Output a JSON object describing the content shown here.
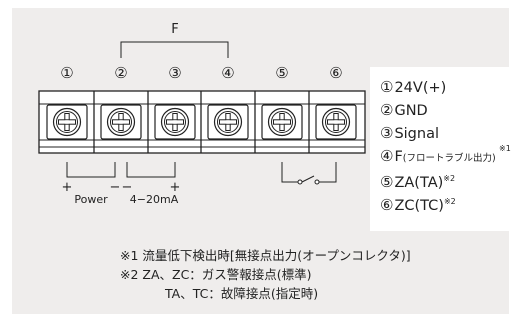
{
  "terminal_numbers": [
    "①",
    "②",
    "③",
    "④",
    "⑤",
    "⑥"
  ],
  "bracket_label": "F",
  "polarity": [
    "+",
    "−",
    "−",
    "+"
  ],
  "power_label": "Power",
  "signal_label": "4−20mA",
  "legend": [
    {
      "num": "①",
      "text": "24V(+)",
      "small": "",
      "sup": ""
    },
    {
      "num": "②",
      "text": "GND",
      "small": "",
      "sup": ""
    },
    {
      "num": "③",
      "text": "Signal",
      "small": "",
      "sup": ""
    },
    {
      "num": "④",
      "text": "F",
      "small": "(フロートラブル出力)",
      "sup": "※1"
    },
    {
      "num": "⑤",
      "text": "ZA(TA)",
      "small": "",
      "sup": "※2"
    },
    {
      "num": "⑥",
      "text": "ZC(TC)",
      "small": "",
      "sup": "※2"
    }
  ],
  "notes": [
    "※1 流量低下検出時[無接点出力(オープンコレクタ)]",
    "※2 ZA、ZC：ガス警報接点(標準)",
    "TA、TC：故障接点(指定時)"
  ]
}
